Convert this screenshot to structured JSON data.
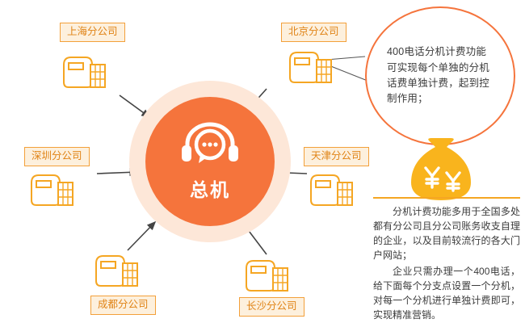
{
  "center": {
    "label": "总机",
    "icon": "headset-support-icon",
    "color": "#f5743c",
    "halo_color": "#fde7d8"
  },
  "branches": [
    {
      "id": "shanghai",
      "label": "上海分公司"
    },
    {
      "id": "beijing",
      "label": "北京分公司"
    },
    {
      "id": "shenzhen",
      "label": "深圳分公司"
    },
    {
      "id": "tianjin",
      "label": "天津分公司"
    },
    {
      "id": "chengdu",
      "label": "成都分公司"
    },
    {
      "id": "changsha",
      "label": "长沙分公司"
    }
  ],
  "callout": {
    "text": "400电话分机计费功能可实现每个单独的分机话费单独计费，起到控制作用；",
    "border_color": "#f5743c"
  },
  "notes": {
    "rule_color": "#f5a623",
    "paragraphs": [
      "分机计费功能多用于全国多处都有分公司且分公司账务收支自理的企业，以及目前较流行的各大门户网站；",
      "企业只需办理一个400电话，给下面每个分支点设置一个分机，对每一个分机进行单独计费即可，实现精准营销。"
    ]
  },
  "money_bag": {
    "icon": "money-bag-icon",
    "symbols": "¥ ¥",
    "color": "#f9b41d"
  },
  "palette": {
    "orange": "#f5743c",
    "amber": "#f5a623",
    "label_bg": "#fdf0dd",
    "label_border": "#f3a03a",
    "label_text": "#e08316",
    "phone_line": "#f5a623",
    "arrow": "#444444"
  }
}
